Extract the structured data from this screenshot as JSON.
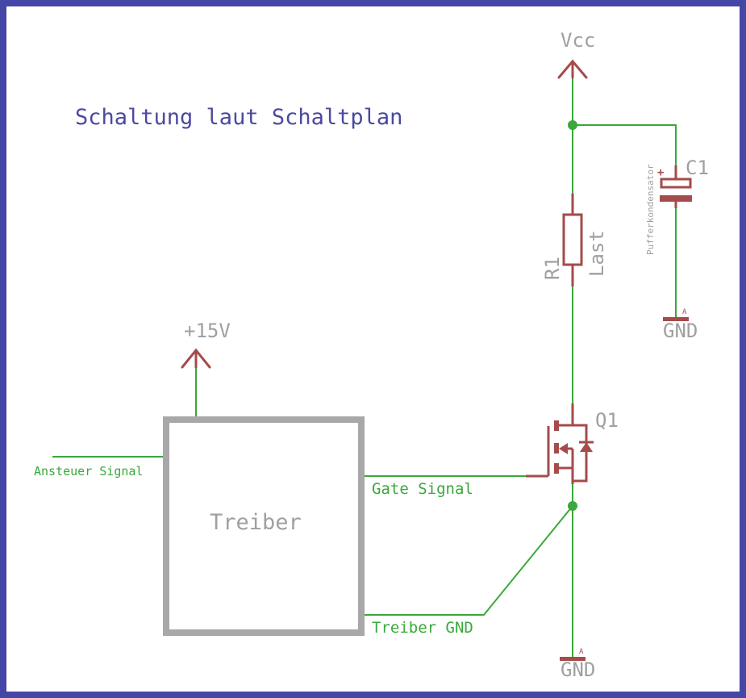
{
  "title": "Schaltung laut Schaltplan",
  "colors": {
    "frame": "#4646a6",
    "wire": "#3aa83a",
    "part": "#a54b4b",
    "label_gray": "#a0a0a0",
    "title_blue": "#4a4aa0",
    "driver_box": "#a8a8a8"
  },
  "labels": {
    "vcc": "Vcc",
    "plus15v": "+15V",
    "c1": "C1",
    "c1_plus": "+",
    "c1_value": "Pufferkondensator",
    "r1": "R1",
    "r1_value": "Last",
    "q1": "Q1",
    "gnd_top": "GND",
    "gnd_bottom": "GND",
    "gnd_marker_top": "A",
    "gnd_marker_bottom": "A",
    "driver": "Treiber",
    "ansteuer": "Ansteuer Signal",
    "gate": "Gate Signal",
    "treiber_gnd": "Treiber GND"
  }
}
